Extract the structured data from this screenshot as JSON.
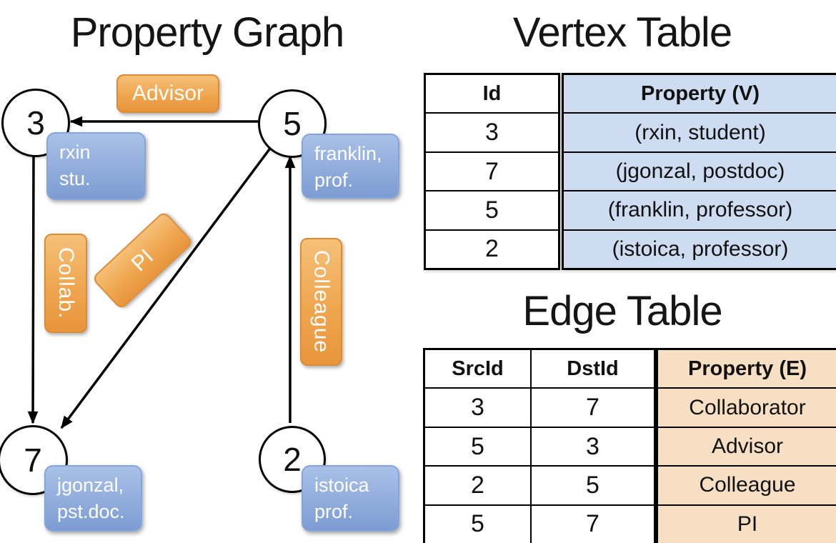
{
  "titles": {
    "graph": "Property Graph",
    "vertex_table": "Vertex Table",
    "edge_table": "Edge Table"
  },
  "graph": {
    "nodes": [
      {
        "id": "3",
        "property_lines": [
          "rxin",
          "stu."
        ]
      },
      {
        "id": "5",
        "property_lines": [
          "franklin,",
          "prof."
        ]
      },
      {
        "id": "7",
        "property_lines": [
          "jgonzal,",
          "pst.doc."
        ]
      },
      {
        "id": "2",
        "property_lines": [
          "istoica",
          "prof."
        ]
      }
    ],
    "edges": [
      {
        "label": "Advisor",
        "src": "5",
        "dst": "3"
      },
      {
        "label": "Collab.",
        "src": "3",
        "dst": "7"
      },
      {
        "label": "PI",
        "src": "5",
        "dst": "7"
      },
      {
        "label": "Colleague",
        "src": "2",
        "dst": "5"
      }
    ]
  },
  "vertex_table": {
    "columns": [
      "Id",
      "Property (V)"
    ],
    "rows": [
      [
        "3",
        "(rxin, student)"
      ],
      [
        "7",
        "(jgonzal, postdoc)"
      ],
      [
        "5",
        "(franklin, professor)"
      ],
      [
        "2",
        "(istoica, professor)"
      ]
    ]
  },
  "edge_table": {
    "columns": [
      "SrcId",
      "DstId",
      "Property (E)"
    ],
    "rows": [
      [
        "3",
        "7",
        "Collaborator"
      ],
      [
        "5",
        "3",
        "Advisor"
      ],
      [
        "2",
        "5",
        "Colleague"
      ],
      [
        "5",
        "7",
        "PI"
      ]
    ]
  },
  "colors": {
    "edge_label_fill_top": "#F5C078",
    "edge_label_fill_bottom": "#E8953C",
    "edge_label_border": "#DC8C35",
    "vertex_box_fill_top": "#A9C1E8",
    "vertex_box_fill_bottom": "#7C9CD2",
    "vertex_box_border": "#86A5D8",
    "vertex_table_cell_bg": "#CEDCF1",
    "edge_table_cell_bg": "#F6DFC3",
    "edge_stroke": "#000000",
    "text_on_labels": "#FFFFFF"
  }
}
